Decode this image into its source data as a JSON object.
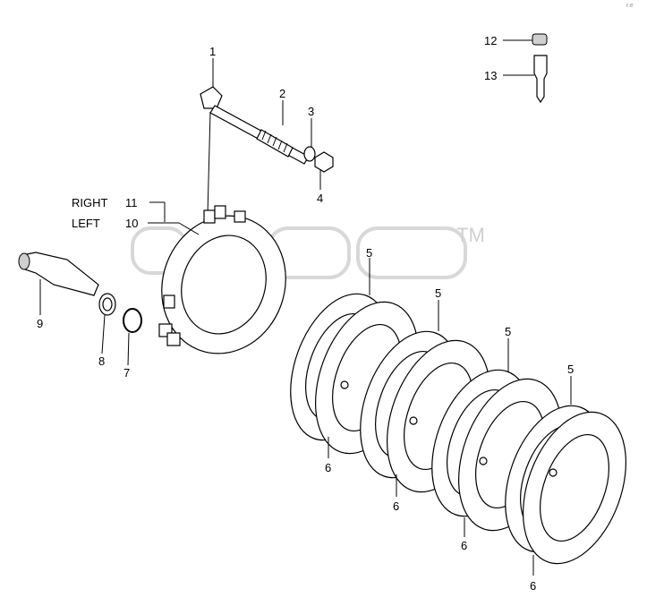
{
  "watermark": {
    "text": "TM"
  },
  "corner_mark": "r.e",
  "labels": [
    {
      "id": "1",
      "text": "1"
    },
    {
      "id": "2",
      "text": "2"
    },
    {
      "id": "3",
      "text": "3"
    },
    {
      "id": "4",
      "text": "4"
    },
    {
      "id": "5a",
      "text": "5"
    },
    {
      "id": "5b",
      "text": "5"
    },
    {
      "id": "5c",
      "text": "5"
    },
    {
      "id": "5d",
      "text": "5"
    },
    {
      "id": "6a",
      "text": "6"
    },
    {
      "id": "6b",
      "text": "6"
    },
    {
      "id": "6c",
      "text": "6"
    },
    {
      "id": "6d",
      "text": "6"
    },
    {
      "id": "7",
      "text": "7"
    },
    {
      "id": "8",
      "text": "8"
    },
    {
      "id": "9",
      "text": "9"
    },
    {
      "id": "10",
      "text": "10"
    },
    {
      "id": "11",
      "text": "11"
    },
    {
      "id": "12",
      "text": "12"
    },
    {
      "id": "13",
      "text": "13"
    }
  ],
  "side_labels": {
    "right": "RIGHT",
    "left": "LEFT"
  }
}
